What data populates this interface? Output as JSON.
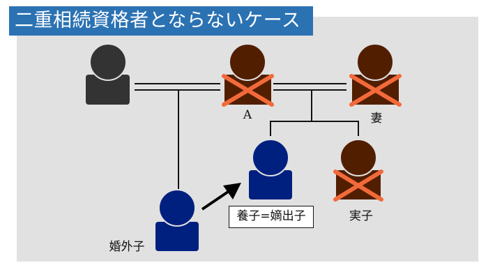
{
  "title": "二重相続資格者とならないケース",
  "colors": {
    "title_bg": "#2b72b3",
    "panel_bg": "#e1e1e1",
    "person_dark": "#333333",
    "person_deceased": "#521e00",
    "person_alive": "#002080",
    "cross": "#f26a3a",
    "line": "#111111"
  },
  "persons": [
    {
      "id": "grandparent",
      "label": "",
      "color": "person_dark",
      "crossed": false
    },
    {
      "id": "a",
      "label": "A",
      "color": "person_deceased",
      "crossed": true
    },
    {
      "id": "wife",
      "label": "妻",
      "color": "person_deceased",
      "crossed": true
    },
    {
      "id": "adopted-child",
      "label": "",
      "color": "person_alive",
      "crossed": false
    },
    {
      "id": "biological-child",
      "label": "実子",
      "color": "person_deceased",
      "crossed": true
    },
    {
      "id": "illegitimate-child",
      "label": "婚外子",
      "color": "person_alive",
      "crossed": false
    }
  ],
  "note_box": "養子=嫡出子",
  "icons": {
    "person": "person-icon",
    "cross": "cross-icon",
    "arrow": "arrow-icon"
  }
}
